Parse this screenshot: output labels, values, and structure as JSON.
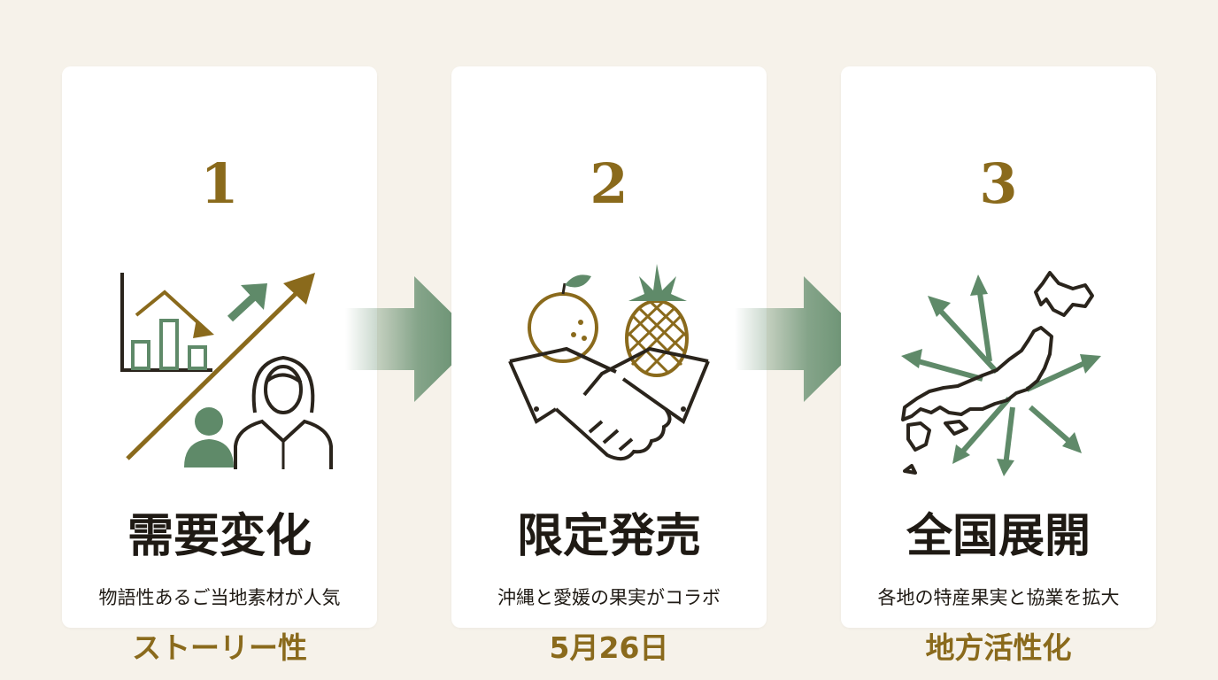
{
  "steps": [
    {
      "number": "1",
      "title": "需要変化",
      "description": "物語性あるご当地素材が人気",
      "keyword": "ストーリー性",
      "icon": "trend-chart-people-icon"
    },
    {
      "number": "2",
      "title": "限定発売",
      "description": "沖縄と愛媛の果実がコラボ",
      "keyword": "5月26日",
      "icon": "handshake-fruits-icon"
    },
    {
      "number": "3",
      "title": "全国展開",
      "description": "各地の特産果実と協業を拡大",
      "keyword": "地方活性化",
      "icon": "japan-map-expansion-icon"
    }
  ],
  "colors": {
    "gold": "#8a6a1c",
    "green": "#5f8a69",
    "dark": "#2a241c",
    "background": "#f6f2ea"
  }
}
